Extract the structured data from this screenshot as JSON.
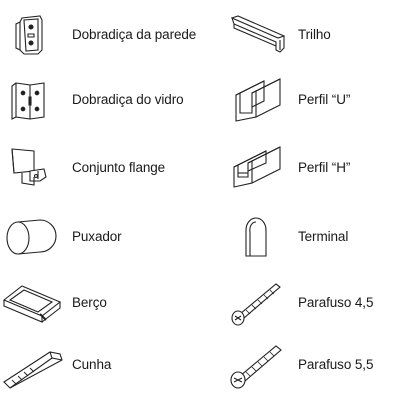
{
  "items": [
    {
      "label": "Dobradiça da parede",
      "icon": "wall-hinge-icon"
    },
    {
      "label": "Trilho",
      "icon": "rail-icon"
    },
    {
      "label": "Dobradiça do vidro",
      "icon": "glass-hinge-icon"
    },
    {
      "label": "Perfil “U”",
      "icon": "u-profile-icon"
    },
    {
      "label": "Conjunto flange",
      "icon": "flange-set-icon"
    },
    {
      "label": "Perfil “H”",
      "icon": "h-profile-icon"
    },
    {
      "label": "Puxador",
      "icon": "handle-icon"
    },
    {
      "label": "Terminal",
      "icon": "terminal-icon"
    },
    {
      "label": "Berço",
      "icon": "cradle-icon"
    },
    {
      "label": "Parafuso 4,5",
      "icon": "screw-icon"
    },
    {
      "label": "Cunha",
      "icon": "wedge-icon"
    },
    {
      "label": "Parafuso 5,5",
      "icon": "screw-icon"
    }
  ]
}
